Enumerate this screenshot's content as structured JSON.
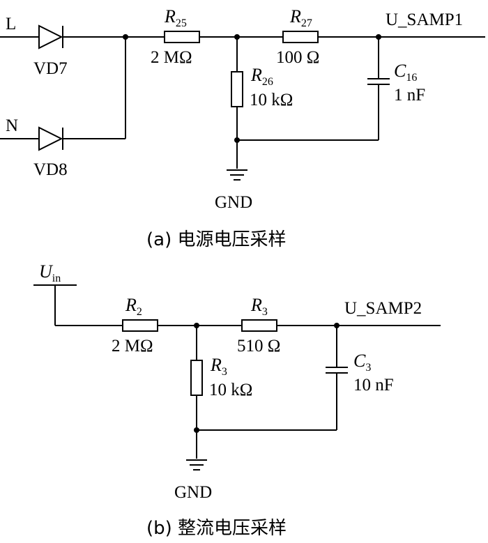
{
  "circuit_a": {
    "input_l": "L",
    "input_n": "N",
    "vd7": "VD7",
    "vd8": "VD8",
    "r25": {
      "sym": "R",
      "sub": "25",
      "value": "2 MΩ"
    },
    "r27": {
      "sym": "R",
      "sub": "27",
      "value": "100  Ω"
    },
    "r26": {
      "sym": "R",
      "sub": "26",
      "value": "10 kΩ"
    },
    "c16": {
      "sym": "C",
      "sub": "16",
      "value": "1 nF"
    },
    "output": "U_SAMP1",
    "gnd": "GND",
    "caption": "(a)  电源电压采样"
  },
  "circuit_b": {
    "input": {
      "sym": "U",
      "sub": "in"
    },
    "r2": {
      "sym": "R",
      "sub": "2",
      "value": "2 MΩ"
    },
    "r3_series": {
      "sym": "R",
      "sub": "3",
      "value": "510  Ω"
    },
    "r3_shunt": {
      "sym": "R",
      "sub": "3",
      "value": "10 kΩ"
    },
    "c3": {
      "sym": "C",
      "sub": "3",
      "value": "10 nF"
    },
    "output": "U_SAMP2",
    "gnd": "GND",
    "caption": "(b)  整流电压采样"
  }
}
